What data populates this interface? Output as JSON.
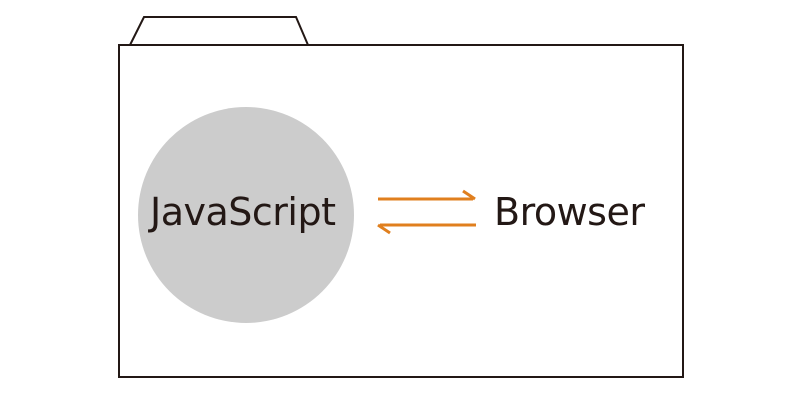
{
  "diagram": {
    "left_node": {
      "label": "JavaScript",
      "fill_color": "#cccccc"
    },
    "right_node": {
      "label": "Browser"
    },
    "connector": {
      "type": "bidirectional-arrows",
      "color": "#e07f1e"
    },
    "frame": {
      "shape": "folder",
      "stroke_color": "#231815"
    }
  }
}
